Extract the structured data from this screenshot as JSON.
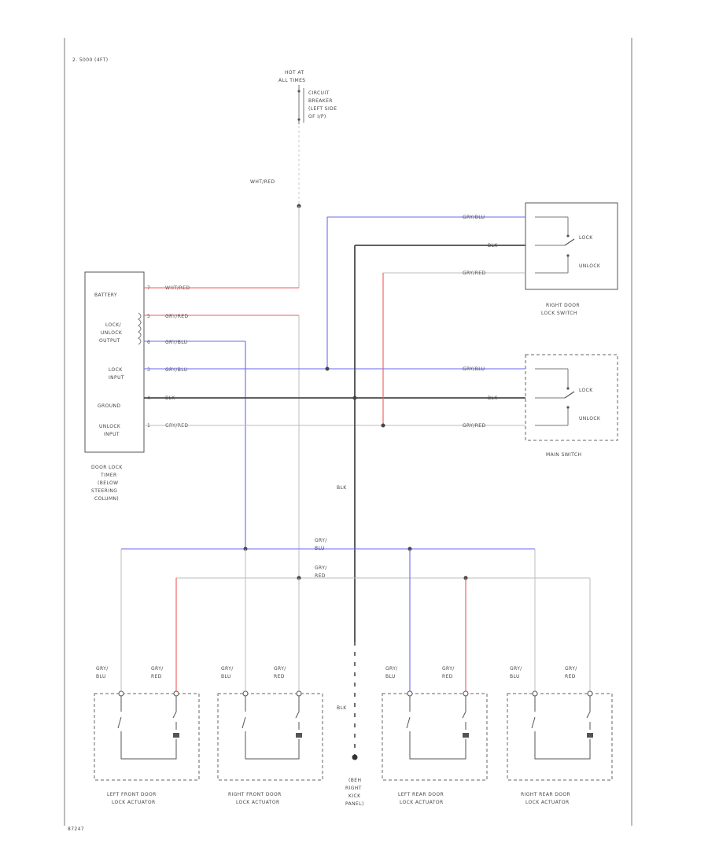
{
  "header": {
    "model_note": "2. 5000 (4FT)",
    "fig_code": "87247"
  },
  "colors": {
    "red": "#f05a5a",
    "blue": "#6a6af0",
    "black": "#4a4a4a",
    "gray": "#bdbdbd",
    "box": "#555555"
  },
  "power": {
    "hot": [
      "HOT AT",
      "ALL TIMES"
    ],
    "breaker": [
      "CIRCUIT",
      "BREAKER",
      "(LEFT SIDE",
      "OF I/P)"
    ],
    "wire": "WHT/RED"
  },
  "timer": {
    "pins": [
      "BATTERY",
      "LOCK/",
      "UNLOCK",
      "OUTPUT",
      "LOCK",
      "INPUT",
      "GROUND",
      "UNLOCK",
      "INPUT"
    ],
    "pin_nums": [
      "7",
      "5",
      "6",
      "3",
      "4",
      "1"
    ],
    "wires": [
      "WHT/RED",
      "GRY/RED",
      "GRY/BLU",
      "GRY/BLU",
      "BLK",
      "GRY/RED"
    ],
    "caption": [
      "DOOR LOCK",
      "TIMER",
      "(BELOW",
      "STEERING",
      "COLUMN)"
    ]
  },
  "right_switch": {
    "wires": [
      "GRY/BLU",
      "BLK",
      "GRY/RED"
    ],
    "labels": [
      "LOCK",
      "UNLOCK"
    ],
    "caption": [
      "RIGHT DOOR",
      "LOCK SWITCH"
    ]
  },
  "main_switch": {
    "wires": [
      "GRY/BLU",
      "BLK",
      "GRY/RED"
    ],
    "labels": [
      "LOCK",
      "UNLOCK"
    ],
    "caption": [
      "MAIN SWITCH"
    ]
  },
  "bus": {
    "blk_label": "BLK",
    "blu_label": [
      "GRY/",
      "BLU"
    ],
    "red_label": [
      "GRY/",
      "RED"
    ]
  },
  "actuators": [
    {
      "wire_a": [
        "GRY/",
        "BLU"
      ],
      "wire_b": [
        "GRY/",
        "RED"
      ],
      "caption": [
        "LEFT FRONT DOOR",
        "LOCK ACTUATOR"
      ]
    },
    {
      "wire_a": [
        "GRY/",
        "BLU"
      ],
      "wire_b": [
        "GRY/",
        "RED"
      ],
      "caption": [
        "RIGHT FRONT DOOR",
        "LOCK ACTUATOR"
      ]
    },
    {
      "wire_a": [
        "GRY/",
        "BLU"
      ],
      "wire_b": [
        "GRY/",
        "RED"
      ],
      "caption": [
        "LEFT REAR DOOR",
        "LOCK ACTUATOR"
      ]
    },
    {
      "wire_a": [
        "GRY/",
        "BLU"
      ],
      "wire_b": [
        "GRY/",
        "RED"
      ],
      "caption": [
        "RIGHT REAR DOOR",
        "LOCK ACTUATOR"
      ]
    }
  ],
  "ground": {
    "label": "BLK",
    "caption": [
      "(BEH",
      "RIGHT",
      "KICK",
      "PANEL)"
    ]
  }
}
